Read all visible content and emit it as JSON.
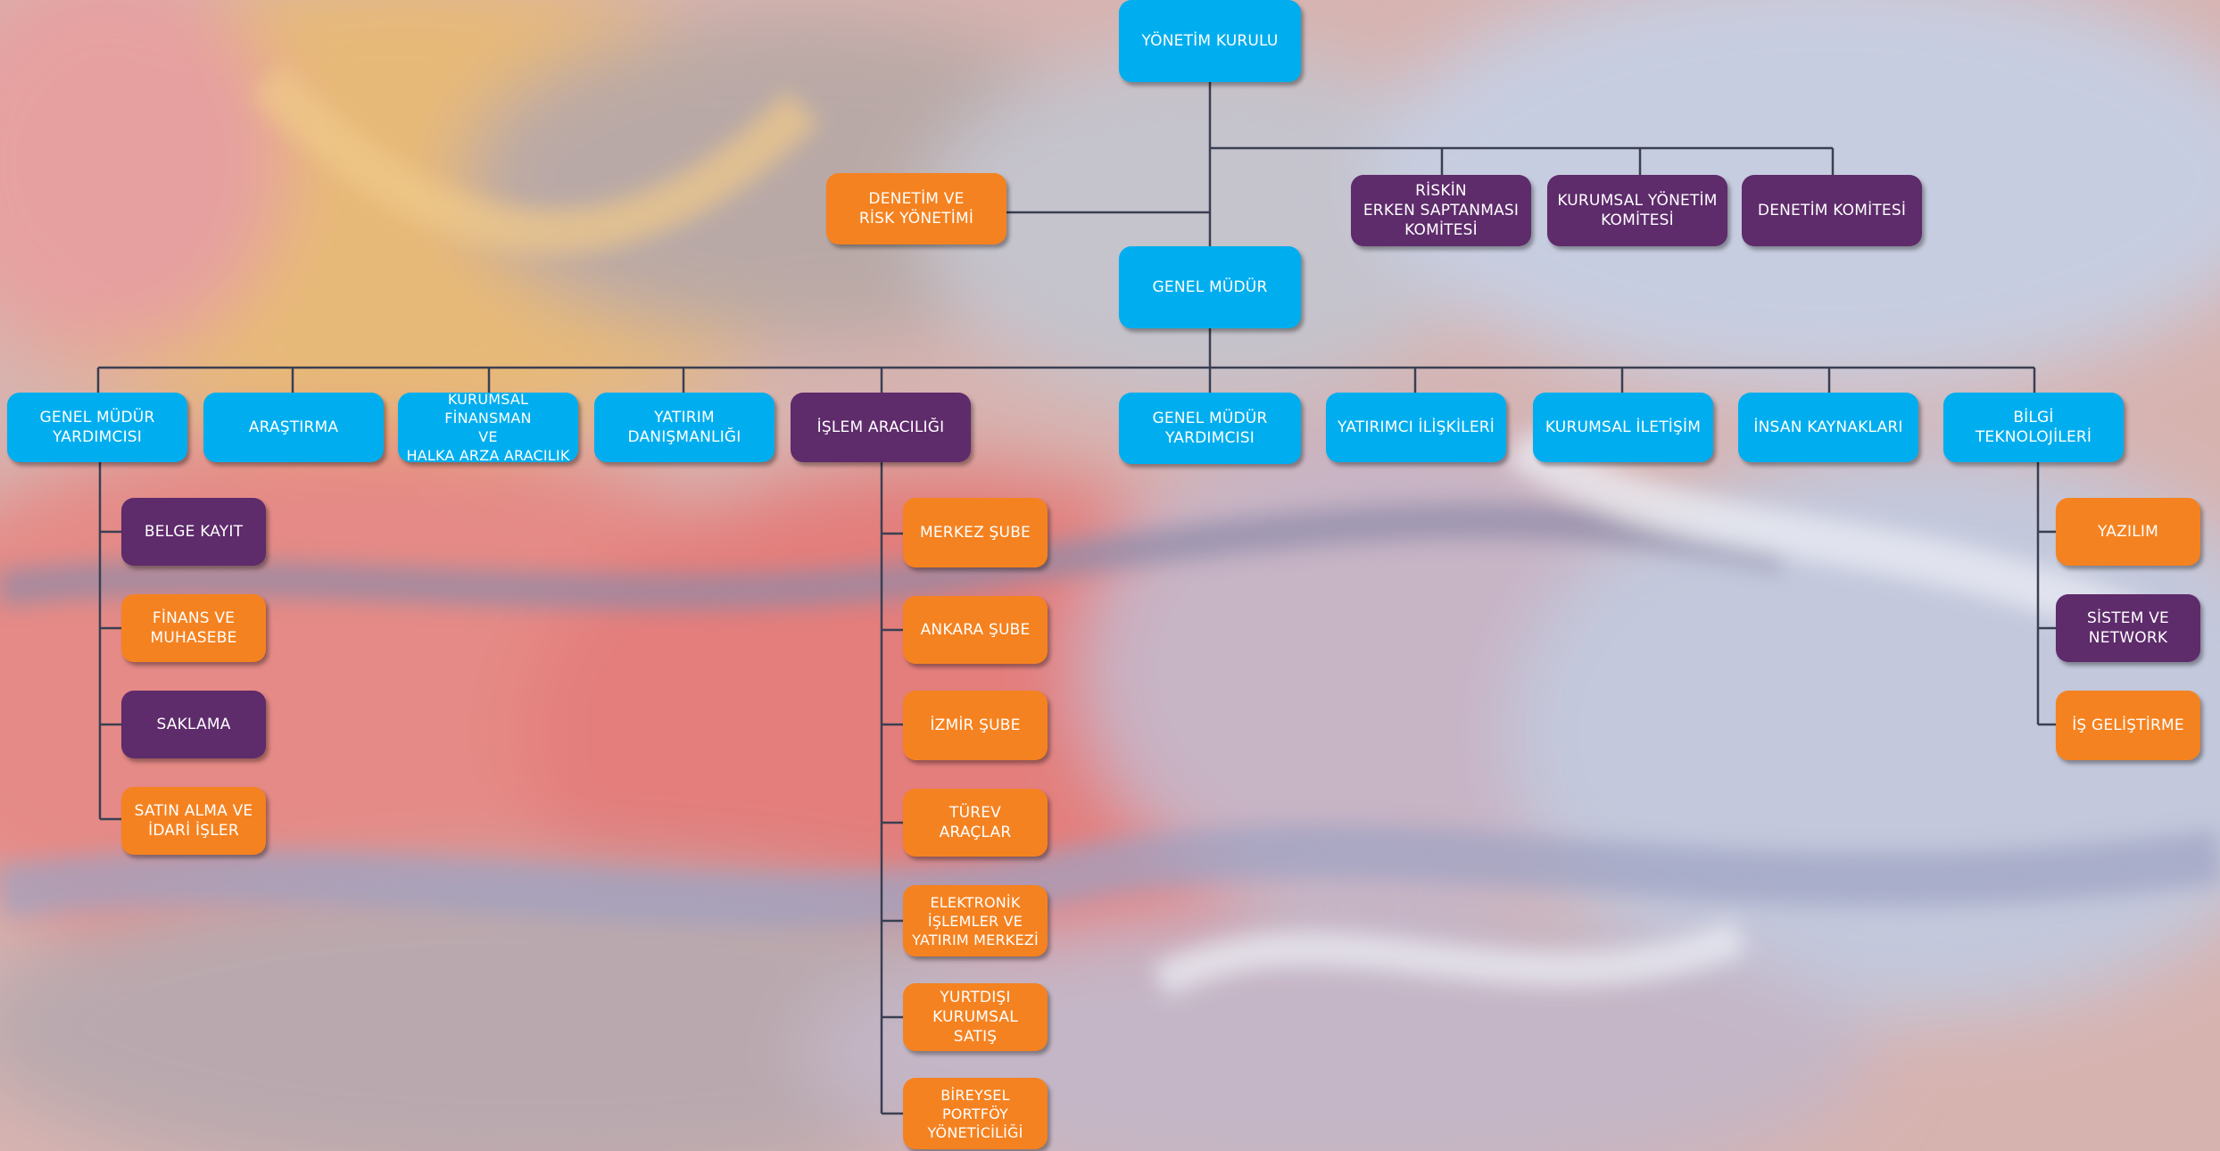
{
  "colors": {
    "blue": "#00aeef",
    "purple": "#5e2b6b",
    "orange": "#f58220",
    "connector": "#3a3f52"
  },
  "nodes": {
    "board": "YÖNETİM KURULU",
    "audit_risk": "DENETİM VE\nRİSK YÖNETİMİ",
    "early_risk_committee": "RİSKİN\nERKEN SAPTANMASI\nKOMİTESİ",
    "governance_committee": "KURUMSAL YÖNETİM\nKOMİTESİ",
    "audit_committee": "DENETİM KOMİTESİ",
    "general_manager": "GENEL MÜDÜR",
    "deputy_gm_1": "GENEL MÜDÜR\nYARDIMCISI",
    "research": "ARAŞTIRMA",
    "corporate_finance": "KURUMSAL FİNANSMAN\nVE\nHALKA ARZA ARACILIK",
    "investment_advisory": "YATIRIM\nDANIŞMANLIĞI",
    "brokerage": "İŞLEM ARACILIĞI",
    "deputy_gm_2": "GENEL MÜDÜR\nYARDIMCISI",
    "investor_relations": "YATIRIMCI İLİŞKİLERİ",
    "corporate_communication": "KURUMSAL İLETİŞİM",
    "human_resources": "İNSAN KAYNAKLARI",
    "it": "BİLGİ\nTEKNOLOJİLERİ",
    "document_registry": "BELGE KAYIT",
    "finance_accounting": "FİNANS VE\nMUHASEBE",
    "custody": "SAKLAMA",
    "procurement": "SATIN ALMA VE\nİDARİ İŞLER",
    "head_branch": "MERKEZ ŞUBE",
    "ankara_branch": "ANKARA ŞUBE",
    "izmir_branch": "İZMİR ŞUBE",
    "derivatives": "TÜREV\nARAÇLAR",
    "electronic_trading": "ELEKTRONİK\nİŞLEMLER VE\nYATIRIM MERKEZİ",
    "foreign_sales": "YURTDIŞI\nKURUMSAL SATIŞ",
    "portfolio_managers": "BİREYSEL\nPORTFÖY\nYÖNETİCİLİĞİ",
    "software": "YAZILIM",
    "system_network": "SİSTEM VE\nNETWORK",
    "business_development": "İŞ GELİŞTİRME"
  }
}
